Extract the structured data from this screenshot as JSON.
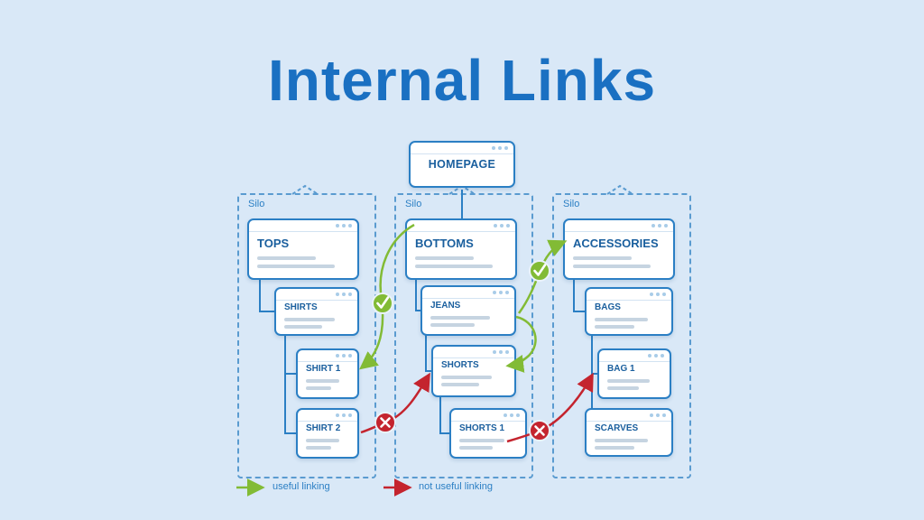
{
  "title": "Internal Links",
  "homepage": {
    "label": "HOMEPAGE"
  },
  "silos": [
    {
      "label": "Silo",
      "nodes": [
        {
          "label": "TOPS"
        },
        {
          "label": "SHIRTS"
        },
        {
          "label": "SHIRT 1"
        },
        {
          "label": "SHIRT 2"
        }
      ]
    },
    {
      "label": "Silo",
      "nodes": [
        {
          "label": "BOTTOMS"
        },
        {
          "label": "JEANS"
        },
        {
          "label": "SHORTS"
        },
        {
          "label": "SHORTS 1"
        }
      ]
    },
    {
      "label": "Silo",
      "nodes": [
        {
          "label": "ACCESSORIES"
        },
        {
          "label": "BAGS"
        },
        {
          "label": "BAG 1"
        },
        {
          "label": "SCARVES"
        }
      ]
    }
  ],
  "legend": {
    "useful": {
      "label": "useful linking",
      "color": "#82bb35"
    },
    "not_useful": {
      "label": "not useful linking",
      "color": "#c4242e"
    }
  },
  "colors": {
    "background": "#d9e8f7",
    "title": "#1a70c2",
    "box_border": "#2b7fc4",
    "box_label": "#1a5f9e",
    "connector": "#2b7fc4",
    "silo_border": "#5a9bd0",
    "useful_green": "#82bb35",
    "not_useful_red": "#c4242e"
  }
}
